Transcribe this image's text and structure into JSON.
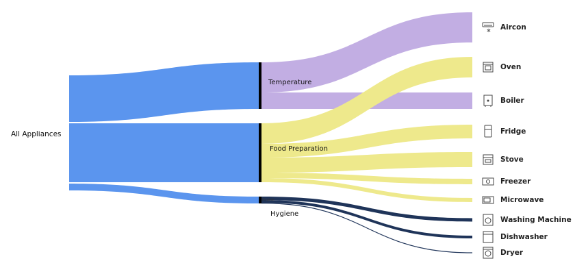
{
  "chart_data": {
    "type": "sankey",
    "source": {
      "label": "All Appliances"
    },
    "groups": [
      {
        "label": "Temperature",
        "value": 68,
        "color": "#c2aee3"
      },
      {
        "label": "Food Preparation",
        "value": 86,
        "color": "#eee98c"
      },
      {
        "label": "Hygiene",
        "value": 10,
        "color": "#1f3459",
        "inner_label": "Hygine"
      }
    ],
    "source_color": "#5b95ee",
    "links": [
      {
        "from": "Temperature",
        "to": "Aircon",
        "value": 44,
        "icon": "aircon-icon"
      },
      {
        "from": "Temperature",
        "to": "Boiler",
        "value": 24,
        "icon": "boiler-icon"
      },
      {
        "from": "Food Preparation",
        "to": "Oven",
        "value": 30,
        "icon": "oven-icon"
      },
      {
        "from": "Food Preparation",
        "to": "Fridge",
        "value": 20,
        "icon": "fridge-icon"
      },
      {
        "from": "Food Preparation",
        "to": "Stove",
        "value": 22,
        "icon": "stove-icon"
      },
      {
        "from": "Food Preparation",
        "to": "Freezer",
        "value": 8,
        "icon": "freezer-icon"
      },
      {
        "from": "Food Preparation",
        "to": "Microwave",
        "value": 6,
        "icon": "microwave-icon"
      },
      {
        "from": "Hygiene",
        "to": "Washing Machine",
        "value": 5,
        "icon": "washing-machine-icon"
      },
      {
        "from": "Hygiene",
        "to": "Dishwasher",
        "value": 4,
        "icon": "dishwasher-icon"
      },
      {
        "from": "Hygiene",
        "to": "Dryer",
        "value": 1,
        "icon": "dryer-icon"
      }
    ]
  }
}
